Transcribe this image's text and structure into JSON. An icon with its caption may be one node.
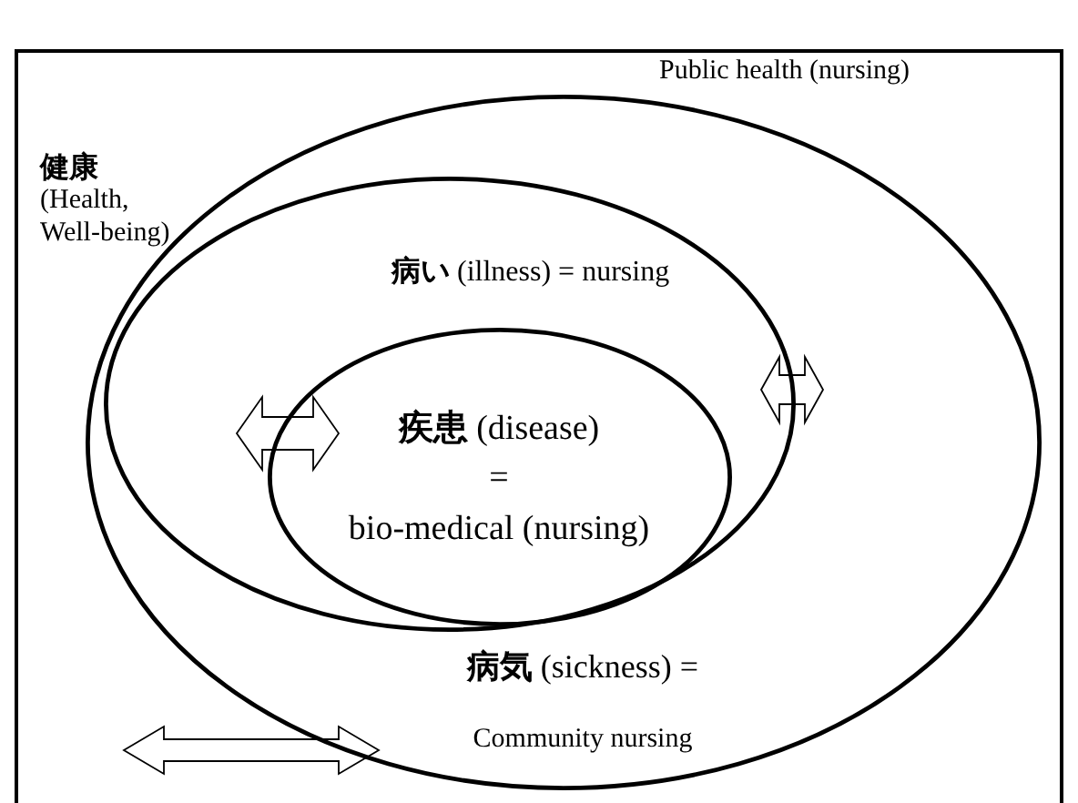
{
  "diagram": {
    "nodes": [
      {
        "text": [
          "健康",
          "(Health, Well-being)",
          "Public health (nursing)"
        ]
      },
      {
        "text": [
          "病気 (sickness) =",
          "Community nursing"
        ],
        "in": 0
      },
      {
        "text": [
          "病い (illness) = nursing"
        ],
        "in": 1
      },
      {
        "text": [
          "疾患 (disease)",
          "=",
          "bio-medical (nursing)"
        ],
        "in": 2
      }
    ]
  }
}
